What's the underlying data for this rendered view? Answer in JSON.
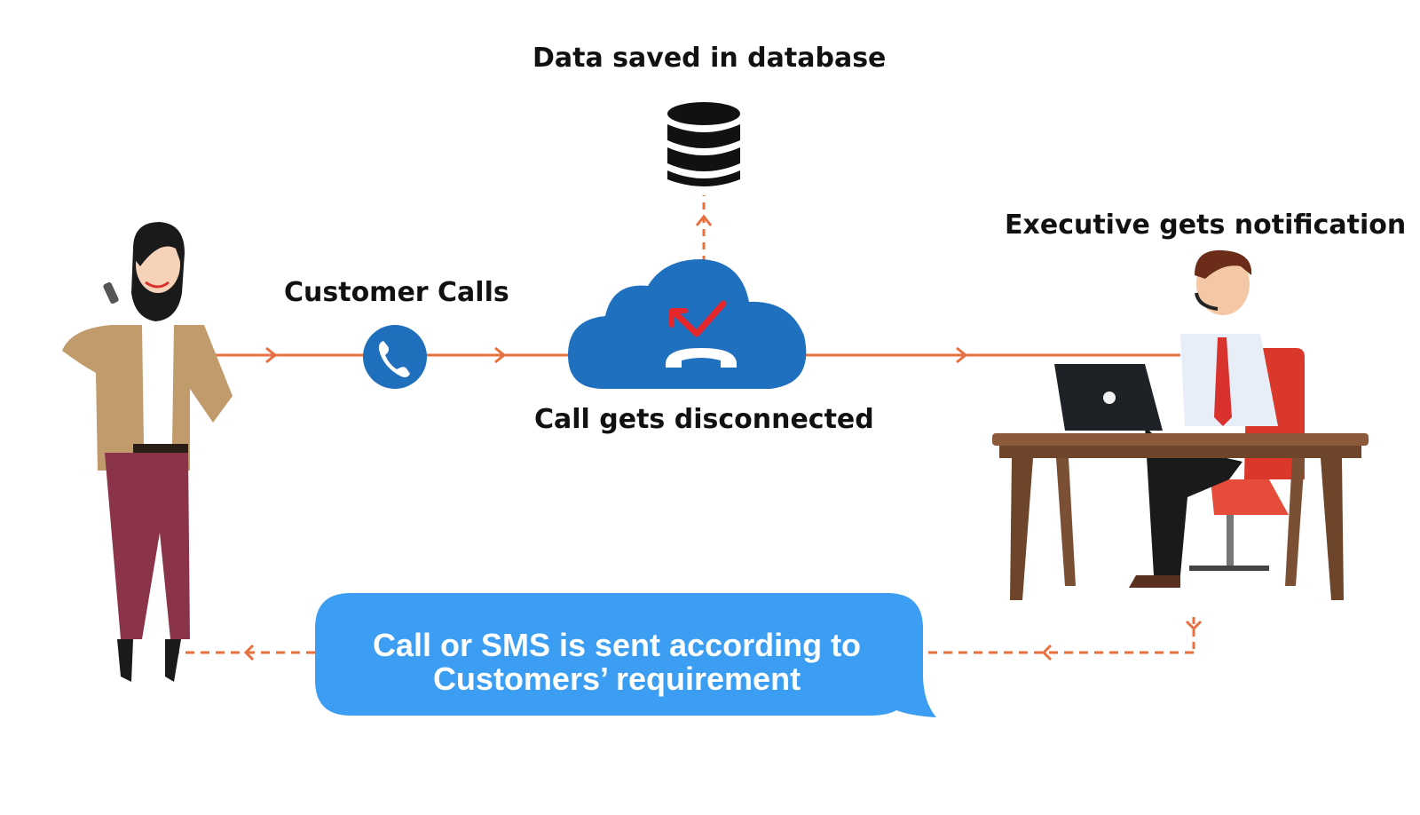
{
  "labels": {
    "database": "Data saved in database",
    "customer_calls": "Customer Calls",
    "call_disconnected": "Call gets disconnected",
    "executive_notification": "Executive gets notification"
  },
  "bubble": {
    "text": "Call or SMS is sent according to Customers’ requirement"
  },
  "colors": {
    "arrow": "#e8703f",
    "accent_blue": "#1f6fbd",
    "bubble_blue": "#3c9ef2",
    "cloud_blue": "#1f70bf",
    "check_red": "#e5262b",
    "database_black": "#111111"
  },
  "icons": [
    "customer-woman-icon",
    "phone-call-icon",
    "cloud-missed-call-icon",
    "database-icon",
    "executive-desk-icon",
    "speech-bubble-icon"
  ]
}
